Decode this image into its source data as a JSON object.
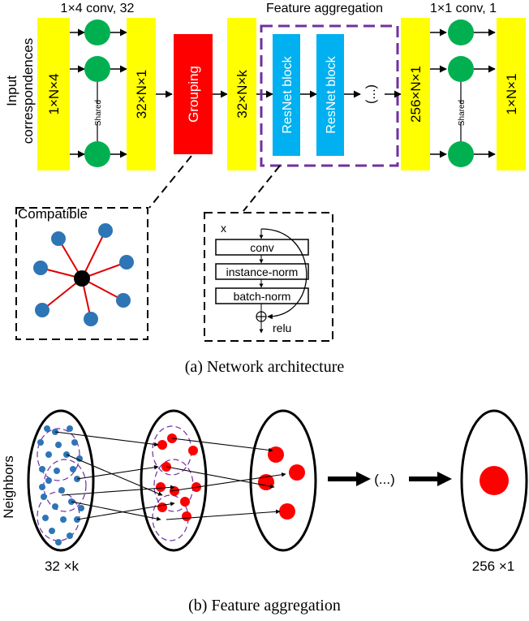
{
  "colors": {
    "layer_yellow": "#ffff00",
    "node_green": "#00b050",
    "grouping_red": "#ff0000",
    "resnet_blue": "#00b0f0",
    "aggregation_purple": "#7030a0",
    "point_blue": "#2e75b6",
    "point_red": "#ff0000",
    "edge_red": "#e00000"
  },
  "architecture": {
    "input_label": "Input\ncorrespondences",
    "conv_in_header": "1×4 conv, 32",
    "conv_out_header": "1×1 conv, 1",
    "aggregation_header": "Feature aggregation",
    "layers": {
      "input": "1×N×4",
      "after_conv": "32×N×1",
      "after_grouping": "32×N×k",
      "before_out": "256×N×1",
      "output": "1×N×1"
    },
    "shared_label": "Shared",
    "grouping_label": "Grouping",
    "resnet_label": "ResNet block",
    "ellipsis": "(...)"
  },
  "compatible_inset": {
    "title": "Compatible"
  },
  "resnet_inset": {
    "input": "x",
    "conv": "conv",
    "instance_norm": "instance-norm",
    "batch_norm": "batch-norm",
    "relu": "relu"
  },
  "captions": {
    "a": "(a)  Network architecture",
    "b": "(b)  Feature aggregation"
  },
  "aggregation": {
    "neighbors_label": "Neighbors",
    "left_label": "32 ×k",
    "right_label": "256 ×1",
    "ellipsis": "(...)"
  }
}
